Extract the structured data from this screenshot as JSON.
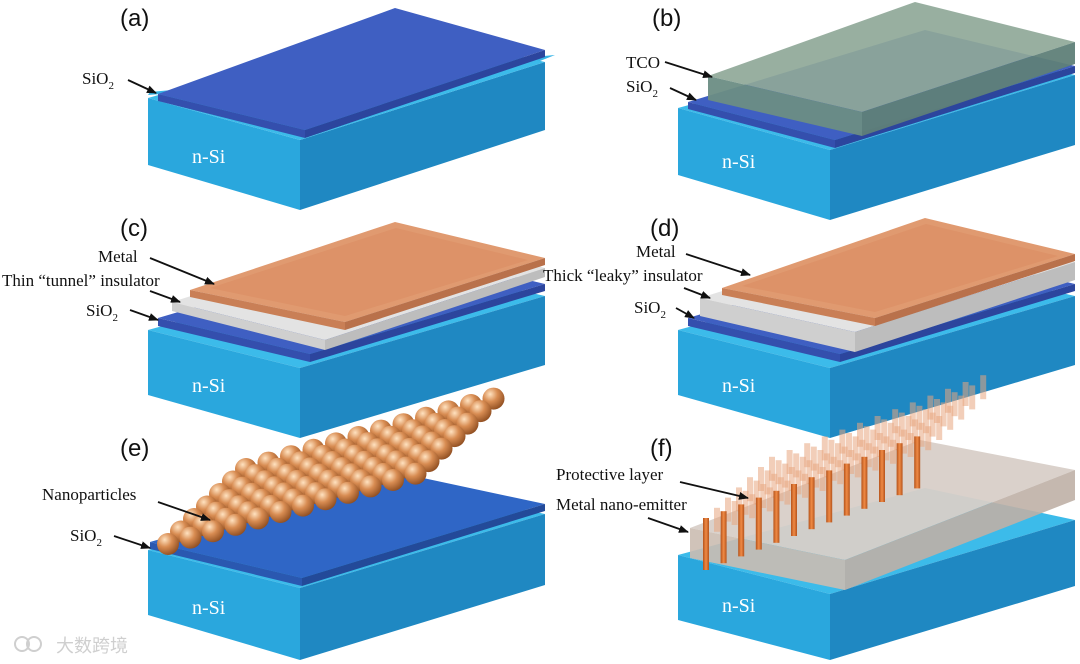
{
  "colors": {
    "si_top": "#35b3e6",
    "si_front": "#29a6dc",
    "si_side": "#1f86bf",
    "sio2": "#3f5fc2",
    "tco": "#7d9a8e",
    "metal": "#e09a70",
    "insulator": "#d7d7d7",
    "particle": "#d1874f",
    "protective": "#c9c1bb"
  },
  "panels": {
    "a": {
      "label": "(a)",
      "substrate": "n-Si",
      "sio2": "SiO",
      "sub2": "2"
    },
    "b": {
      "label": "(b)",
      "substrate": "n-Si",
      "tco": "TCO",
      "sio2": "SiO",
      "sub2": "2"
    },
    "c": {
      "label": "(c)",
      "substrate": "n-Si",
      "metal": "Metal",
      "insulator": "Thin “tunnel” insulator",
      "sio2": "SiO",
      "sub2": "2"
    },
    "d": {
      "label": "(d)",
      "substrate": "n-Si",
      "metal": "Metal",
      "insulator": "Thick “leaky” insulator",
      "sio2": "SiO",
      "sub2": "2"
    },
    "e": {
      "label": "(e)",
      "substrate": "n-Si",
      "particles": "Nanoparticles",
      "sio2": "SiO",
      "sub2": "2"
    },
    "f": {
      "label": "(f)",
      "substrate": "n-Si",
      "protective": "Protective layer",
      "emitter": "Metal nano-emitter"
    }
  },
  "watermark": {
    "icon": "logo-icon",
    "text": "大数跨境"
  }
}
